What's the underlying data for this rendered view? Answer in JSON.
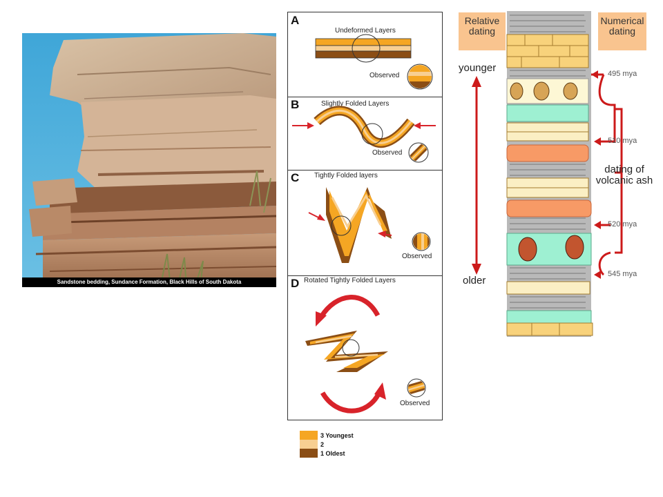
{
  "photo": {
    "caption": "Sandstone bedding, Sundance Formation, Black Hills of South Dakota"
  },
  "folds": {
    "panels": [
      {
        "letter": "A",
        "title": "Undeformed Layers",
        "observed": "Observed"
      },
      {
        "letter": "B",
        "title": "Slightly Folded Layers",
        "observed": "Observed"
      },
      {
        "letter": "C",
        "title": "Tightly Folded layers",
        "observed": "Observed"
      },
      {
        "letter": "D",
        "title": "Rotated Tightly Folded Layers",
        "observed": "Observed"
      }
    ],
    "legend": [
      {
        "label": "3 Youngest",
        "color": "#f5a623"
      },
      {
        "label": "2",
        "color": "#f8cf92"
      },
      {
        "label": "1 Oldest",
        "color": "#8b4e15"
      }
    ]
  },
  "column": {
    "relative_header": "Relative dating",
    "numerical_header": "Numerical dating",
    "younger": "younger",
    "older": "older",
    "ash_label": "dating of volcanic ash",
    "ages": [
      "495 mya",
      "510 mya",
      "520 mya",
      "545 mya"
    ],
    "colors": {
      "header_bg": "#f9c48f",
      "arrow_red": "#cc1a1a",
      "shale": "#b9b9b9",
      "sandstone": "#f8d27b",
      "ash": "#f79a66",
      "limestone": "#9ef0d2"
    }
  }
}
